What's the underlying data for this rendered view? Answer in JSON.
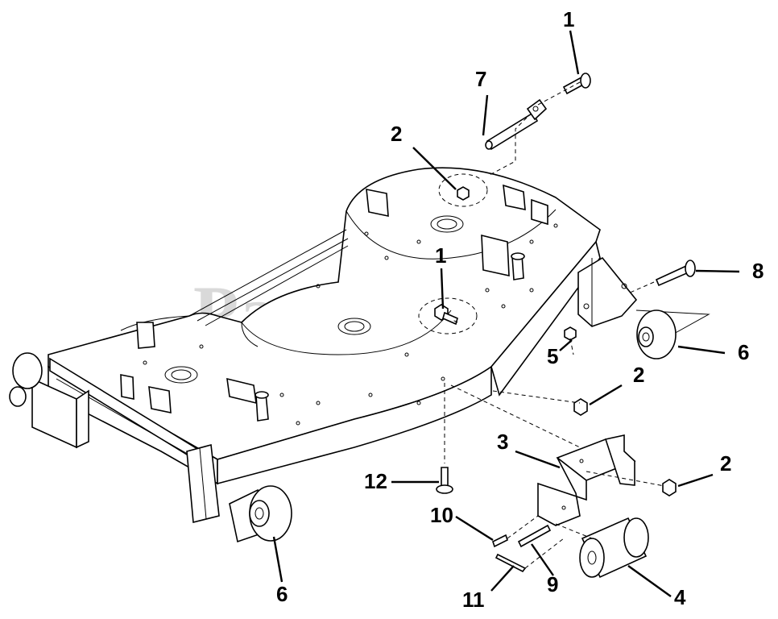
{
  "watermark": {
    "text": "PartsTree",
    "mark": "™"
  },
  "callouts": [
    {
      "id": "c1a",
      "label": "1"
    },
    {
      "id": "c7",
      "label": "7"
    },
    {
      "id": "c2a",
      "label": "2"
    },
    {
      "id": "c1b",
      "label": "1"
    },
    {
      "id": "c8",
      "label": "8"
    },
    {
      "id": "c6a",
      "label": "6"
    },
    {
      "id": "c5",
      "label": "5"
    },
    {
      "id": "c2b",
      "label": "2"
    },
    {
      "id": "c3",
      "label": "3"
    },
    {
      "id": "c2c",
      "label": "2"
    },
    {
      "id": "c12",
      "label": "12"
    },
    {
      "id": "c10",
      "label": "10"
    },
    {
      "id": "c11",
      "label": "11"
    },
    {
      "id": "c9",
      "label": "9"
    },
    {
      "id": "c4",
      "label": "4"
    },
    {
      "id": "c6b",
      "label": "6"
    }
  ]
}
